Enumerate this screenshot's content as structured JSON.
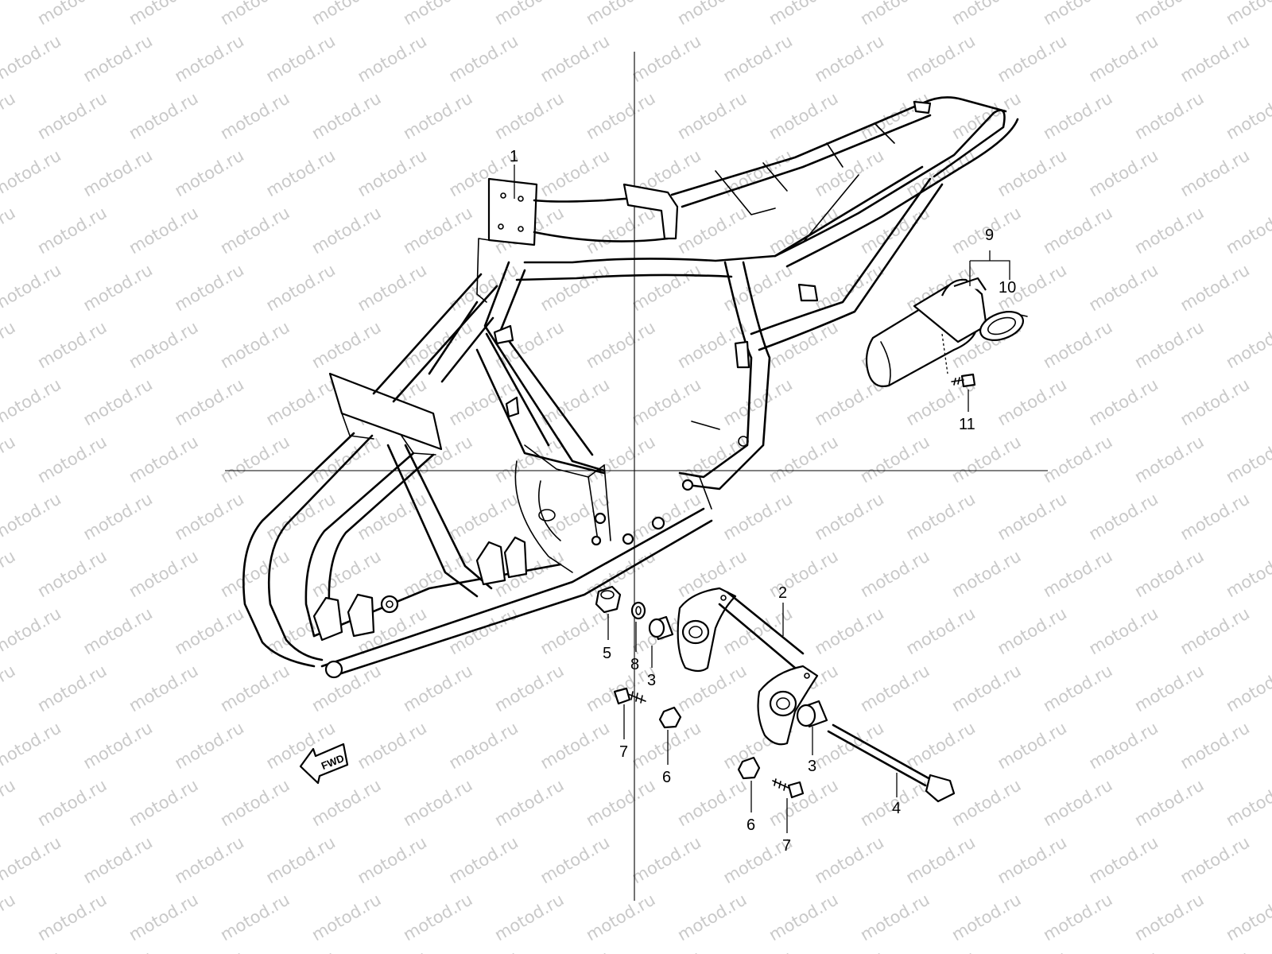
{
  "watermark": {
    "text": "motod.ru",
    "color": "#c9c9c9"
  },
  "diagram": {
    "line_color": "#000000",
    "background": "#ffffff"
  },
  "fwd_marker": {
    "text": "FWD"
  },
  "callouts": {
    "p1": "1",
    "p2": "2",
    "p3a": "3",
    "p3b": "3",
    "p4": "4",
    "p5": "5",
    "p6a": "6",
    "p6b": "6",
    "p7a": "7",
    "p7b": "7",
    "p8": "8",
    "p9": "9",
    "p10": "10",
    "p11": "11"
  }
}
